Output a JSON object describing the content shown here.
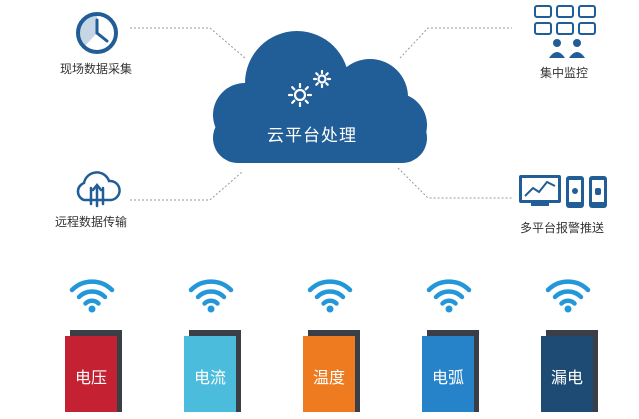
{
  "cloud": {
    "title": "云平台处理",
    "color": "#215d96"
  },
  "features": {
    "collect": "现场数据采集",
    "transfer": "远程数据传输",
    "monitor": "集中监控",
    "alarm": "多平台报警推送"
  },
  "sensors": [
    {
      "label": "电压",
      "color": "#c42132"
    },
    {
      "label": "电流",
      "color": "#4bbcdb"
    },
    {
      "label": "温度",
      "color": "#ef7b20"
    },
    {
      "label": "电弧",
      "color": "#2783c9"
    },
    {
      "label": "漏电",
      "color": "#1d4b73"
    }
  ],
  "colors": {
    "icon": "#215d96",
    "wifi": "#2397d8"
  }
}
